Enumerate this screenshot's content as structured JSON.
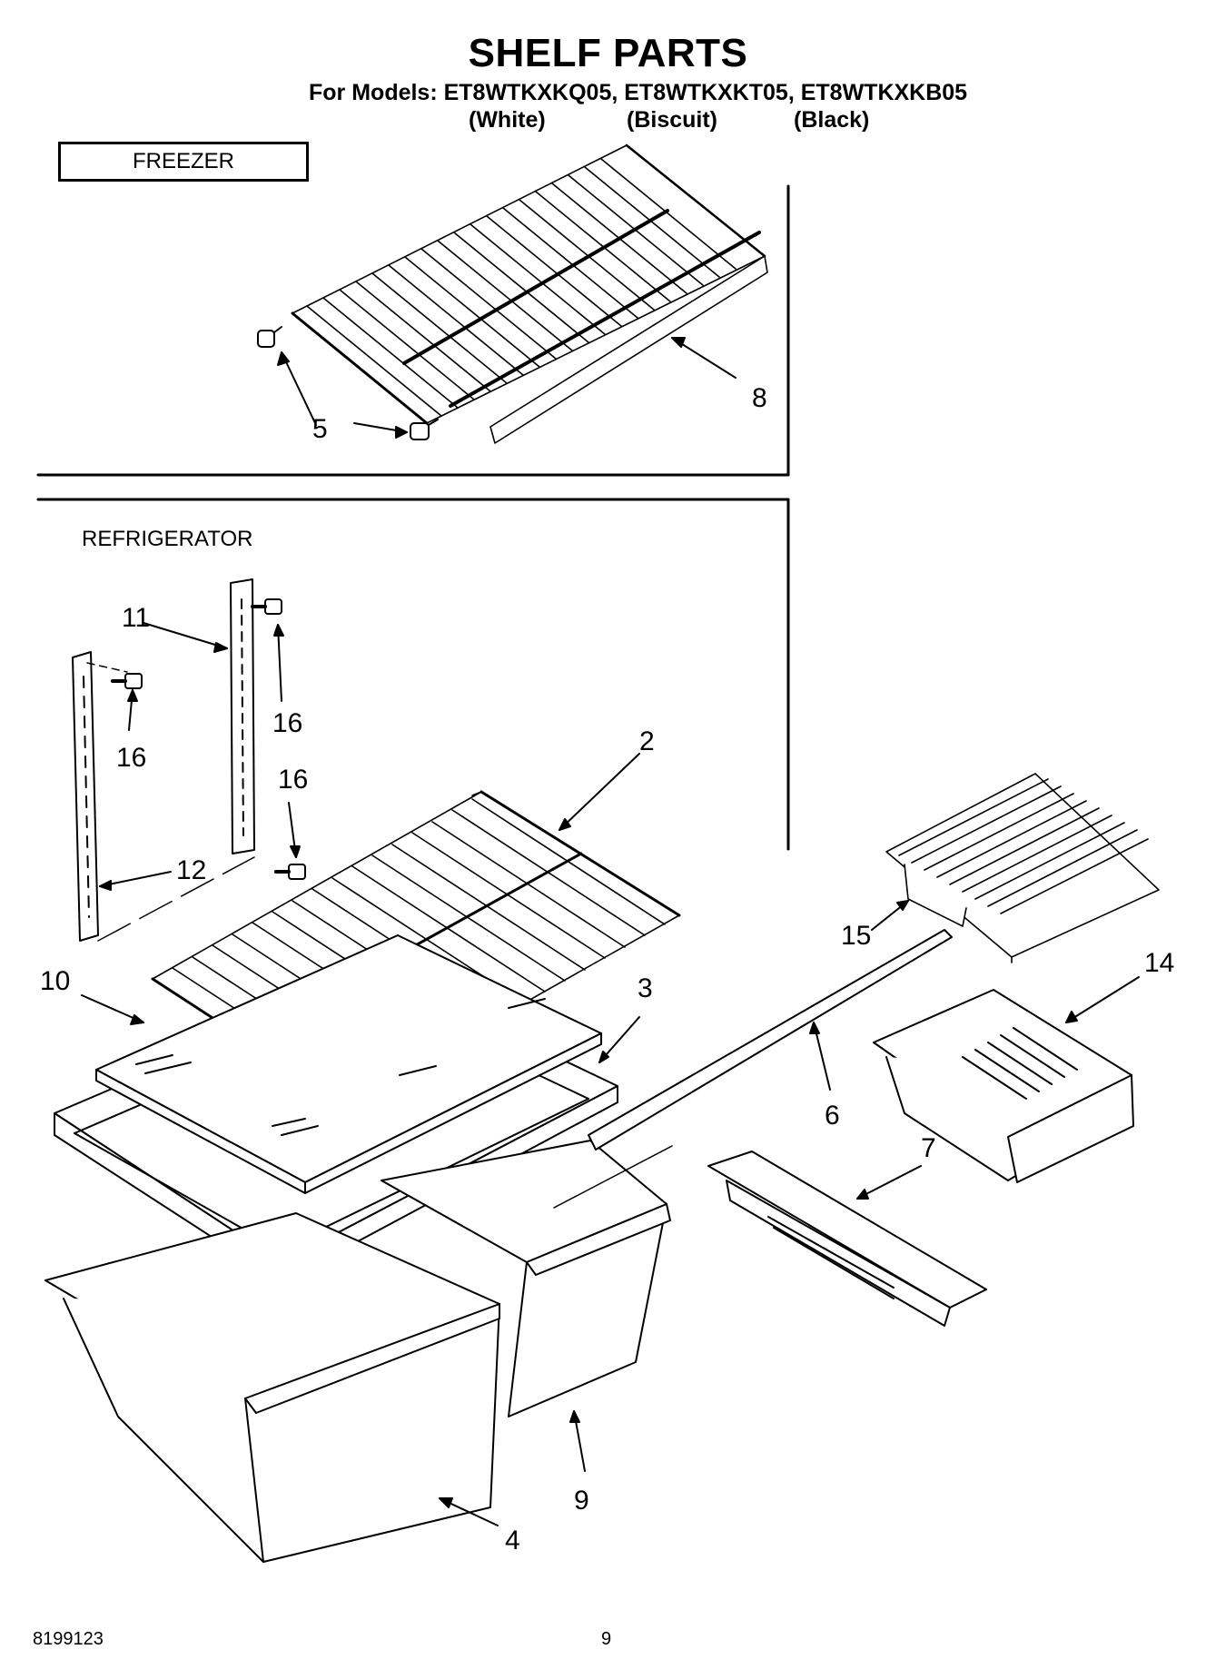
{
  "title": "SHELF PARTS",
  "models_line": "For Models: ET8WTKXKQ05, ET8WTKXKT05, ET8WTKXKB05",
  "colors": [
    "(White)",
    "(Biscuit)",
    "(Black)"
  ],
  "sections": {
    "freezer": "FREEZER",
    "refrigerator": "REFRIGERATOR"
  },
  "callouts": {
    "c5": "5",
    "c8": "8",
    "c11": "11",
    "c16a": "16",
    "c16b": "16",
    "c16c": "16",
    "c12": "12",
    "c2": "2",
    "c10": "10",
    "c3": "3",
    "c15": "15",
    "c14": "14",
    "c6": "6",
    "c7": "7",
    "c9": "9",
    "c4": "4"
  },
  "footer": {
    "doc_number": "8199123",
    "page_number": "9"
  }
}
